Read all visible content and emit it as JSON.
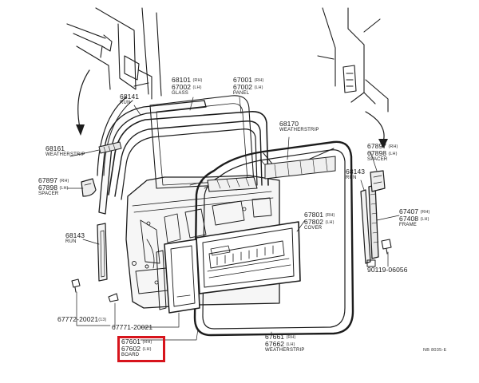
{
  "diagram": {
    "callouts": [
      {
        "id": "glass",
        "part_rh": "68101",
        "side_rh": "(RH)",
        "part_lh": "67002",
        "side_lh": "(LH)",
        "name": "GLASS"
      },
      {
        "id": "panel",
        "part_rh": "67001",
        "side_rh": "(RH)",
        "part_lh": "67002",
        "side_lh": "(LH)",
        "name": "PANEL"
      },
      {
        "id": "run-top",
        "part": "68141",
        "name": "RUN"
      },
      {
        "id": "weatherstrip-top",
        "part": "68170",
        "name": "WEATHERSTRIP"
      },
      {
        "id": "weatherstrip-left",
        "part": "68161",
        "name": "WEATHERSTRIP"
      },
      {
        "id": "spacer-left",
        "part_rh": "67897",
        "side_rh": "(RH)",
        "part_lh": "67898",
        "side_lh": "(LH)",
        "name": "SPACER"
      },
      {
        "id": "spacer-right",
        "part_rh": "67897",
        "side_rh": "(RH)",
        "part_lh": "67898",
        "side_lh": "(LH)",
        "name": "SPACER"
      },
      {
        "id": "run-right",
        "part": "68143",
        "name": "RUN"
      },
      {
        "id": "run-left",
        "part": "68143",
        "name": "RUN"
      },
      {
        "id": "cover",
        "part_rh": "67801",
        "side_rh": "(RH)",
        "part_lh": "67802",
        "side_lh": "(LH)",
        "name": "COVER"
      },
      {
        "id": "frame",
        "part_rh": "67407",
        "side_rh": "(RH)",
        "part_lh": "67408",
        "side_lh": "(LH)",
        "name": "FRAME"
      },
      {
        "id": "clip",
        "part": "90119-06056"
      },
      {
        "id": "fastener-a",
        "part": "67772-20021",
        "qty": "(13)"
      },
      {
        "id": "fastener-b",
        "part": "67771-20021"
      },
      {
        "id": "board",
        "part_rh": "67601",
        "side_rh": "(RH)",
        "part_lh": "67602",
        "side_lh": "(LH)",
        "name": "BOARD"
      },
      {
        "id": "weatherstrip-bottom",
        "part_rh": "67661",
        "side_rh": "(RH)",
        "part_lh": "67662",
        "side_lh": "(LH)",
        "name": "WEATHERSTRIP"
      }
    ],
    "footer_code": "NB 8035-E",
    "highlight_color": "#d7141c",
    "line_color": "#1c1c1c"
  }
}
